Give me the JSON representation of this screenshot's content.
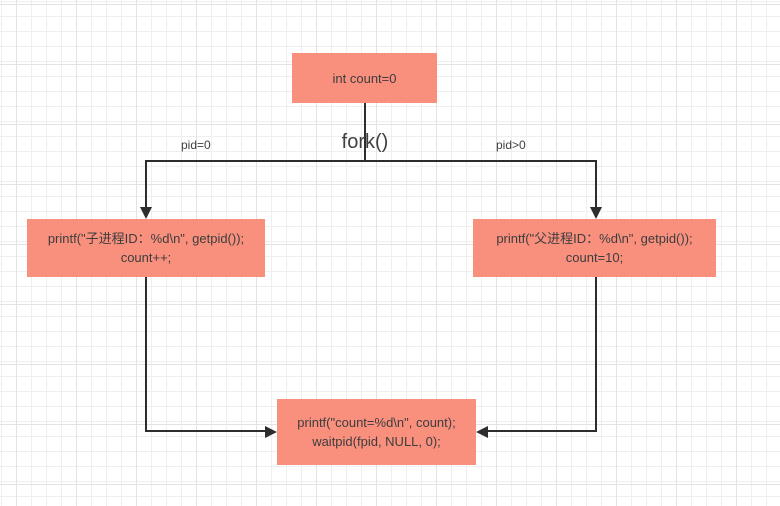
{
  "canvas": {
    "background": "#ffffff",
    "grid_minor_color": "#efefef",
    "grid_major_color": "#e3e3e3",
    "edge_color": "#2d2d2d",
    "node_fill": "#F9907E",
    "node_text_color": "#3d3d3d"
  },
  "nodes": {
    "init": {
      "label": "int count=0"
    },
    "child": {
      "line1": "printf(\"子进程ID：%d\\n\", getpid());",
      "line2": "count++;"
    },
    "parent": {
      "line1": "printf(\"父进程ID：%d\\n\", getpid());",
      "line2": "count=10;"
    },
    "join": {
      "line1": "printf(\"count=%d\\n\", count);",
      "line2": "waitpid(fpid, NULL, 0);"
    }
  },
  "labels": {
    "fork": "fork()",
    "left_branch": "pid=0",
    "right_branch": "pid>0"
  }
}
